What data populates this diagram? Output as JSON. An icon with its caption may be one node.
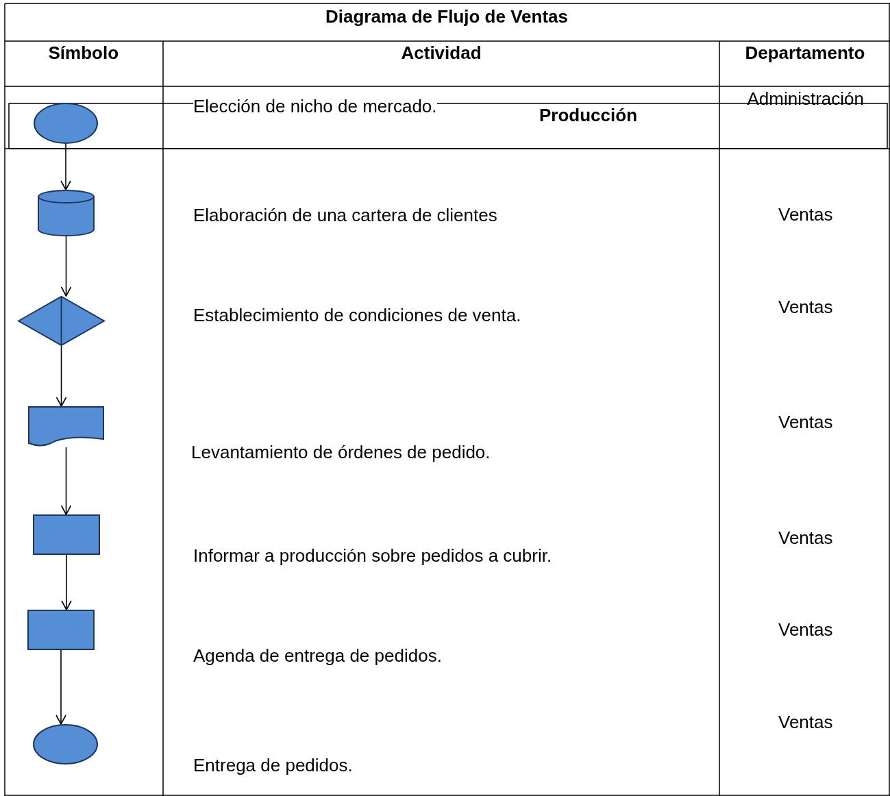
{
  "diagram": {
    "title": "Diagrama de Flujo de Ventas",
    "nodes": [
      {
        "text": [],
        "shape": "circle"
      },
      {
        "text": [],
        "shape": "cylinder"
      },
      {
        "text": [],
        "shape": "diamond"
      },
      {
        "text": [],
        "shape": "document"
      },
      {
        "text": [],
        "shape": "box"
      },
      {
        "text": [],
        "shape": "box"
      },
      {
        "text": [],
        "shape": "circle"
      }
    ],
    "edges": [
      {
        "from": 0,
        "to": 1,
        "arrow": "to"
      },
      {
        "from": 1,
        "to": 2,
        "arrow": "to"
      },
      {
        "from": 2,
        "to": 3,
        "arrow": "to"
      },
      {
        "from": 3,
        "to": 4,
        "arrow": "to"
      },
      {
        "from": 4,
        "to": 5,
        "arrow": "to"
      },
      {
        "from": 5,
        "to": 6,
        "arrow": "to"
      }
    ],
    "labels": [
      "Símbolo",
      "Actividad",
      "Departamento",
      "Elección de nicho de mercado.",
      "Administración",
      "Producción",
      "Elaboración de una cartera de clientes",
      "Ventas",
      "Establecimiento de condiciones de venta.",
      "Ventas",
      "Levantamiento de órdenes de pedido.",
      "Ventas",
      "Informar a producción sobre pedidos a cubrir.",
      "Ventas",
      "Agenda de entrega de pedidos.",
      "Ventas",
      "Entrega de pedidos.",
      "Ventas"
    ]
  }
}
